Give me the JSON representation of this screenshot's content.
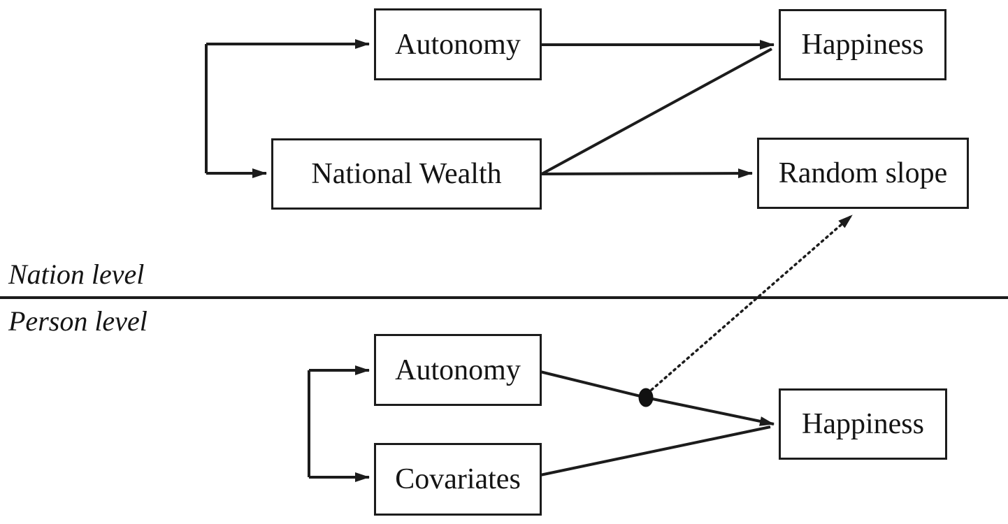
{
  "diagram": {
    "type": "multilevel-path-model",
    "levels": {
      "nation": {
        "label": "Nation level"
      },
      "person": {
        "label": "Person level"
      }
    },
    "nodes": {
      "nation_autonomy": {
        "label": "Autonomy",
        "level": "nation"
      },
      "nation_happiness": {
        "label": "Happiness",
        "level": "nation"
      },
      "national_wealth": {
        "label": "National Wealth",
        "level": "nation"
      },
      "random_slope": {
        "label": "Random slope",
        "level": "nation"
      },
      "person_autonomy": {
        "label": "Autonomy",
        "level": "person"
      },
      "person_covariates": {
        "label": "Covariates",
        "level": "person"
      },
      "person_happiness": {
        "label": "Happiness",
        "level": "person"
      }
    },
    "edges": [
      {
        "type": "bracket-arrows",
        "targets": [
          "nation_autonomy",
          "national_wealth"
        ],
        "style": "solid"
      },
      {
        "from": "nation_autonomy",
        "to": "nation_happiness",
        "style": "solid-arrow"
      },
      {
        "from": "national_wealth",
        "to": "nation_happiness",
        "style": "solid"
      },
      {
        "from": "national_wealth",
        "to": "random_slope",
        "style": "solid-arrow"
      },
      {
        "type": "bracket-arrows",
        "targets": [
          "person_autonomy",
          "person_covariates"
        ],
        "style": "solid"
      },
      {
        "from": "person_autonomy",
        "to": "person_happiness",
        "style": "solid-arrow",
        "via": "moderation-dot"
      },
      {
        "from": "person_covariates",
        "to": "person_happiness",
        "style": "solid"
      },
      {
        "from": "moderation-dot",
        "to": "random_slope",
        "style": "dotted-arrow"
      }
    ],
    "divider": {
      "between": [
        "nation",
        "person"
      ]
    }
  },
  "colors": {
    "line": "#1c1c1c",
    "text": "#141414",
    "background": "#ffffff"
  }
}
